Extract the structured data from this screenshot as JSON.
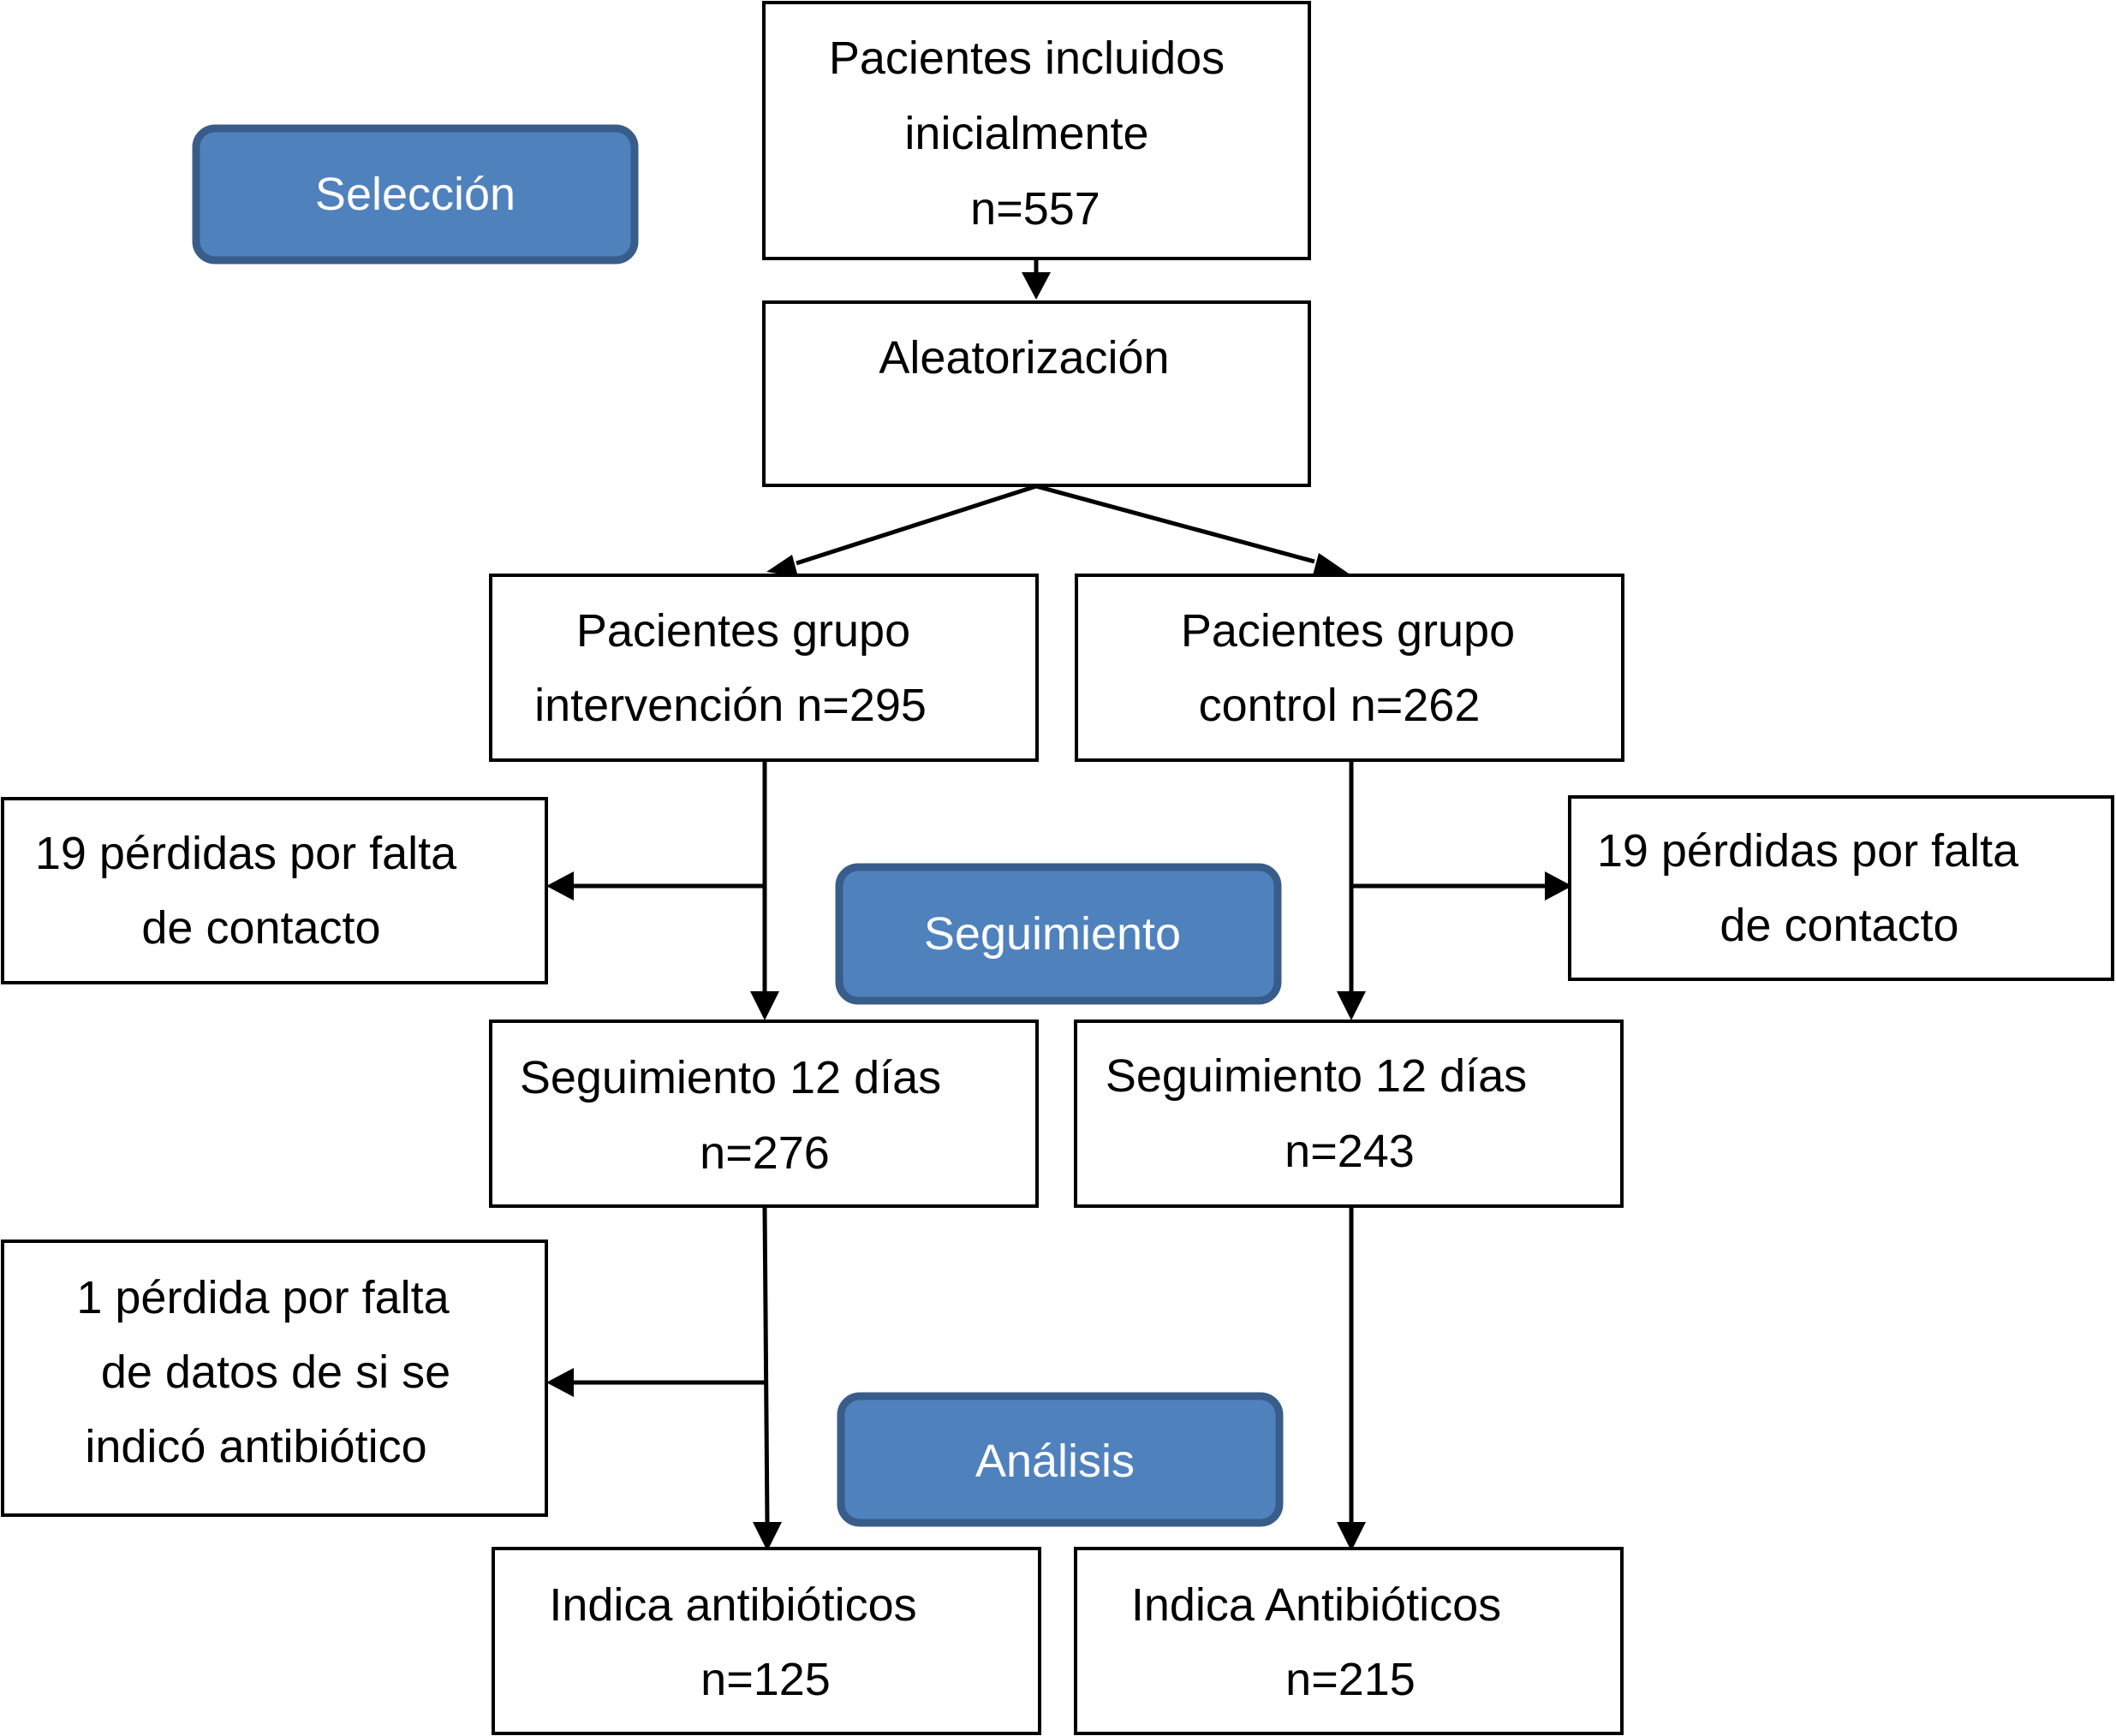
{
  "stages": {
    "seleccion": "Selección",
    "seguimiento": "Seguimiento",
    "analisis": "Análisis"
  },
  "boxes": {
    "incluidos": [
      "Pacientes incluidos",
      "inicialmente",
      "n=557"
    ],
    "aleatorizacion": [
      "Aleatorización"
    ],
    "grupo_intervencion": [
      "Pacientes grupo",
      "intervención n=295"
    ],
    "grupo_control": [
      "Pacientes grupo",
      "control n=262"
    ],
    "perdidas_intervencion": [
      "19 pérdidas por falta",
      "de contacto"
    ],
    "perdidas_control": [
      "19 pérdidas por falta",
      "de contacto"
    ],
    "seguimiento_intervencion": [
      "Seguimiento 12 días",
      "n=276"
    ],
    "seguimiento_control": [
      "Seguimiento 12 días",
      "n=243"
    ],
    "perdida_datos": [
      "1 pérdida por falta",
      "de datos de si se",
      "indicó antibiótico"
    ],
    "antibioticos_intervencion": [
      "Indica antibióticos",
      "n=125"
    ],
    "antibioticos_control": [
      "Indica Antibióticos",
      "n=215"
    ]
  }
}
